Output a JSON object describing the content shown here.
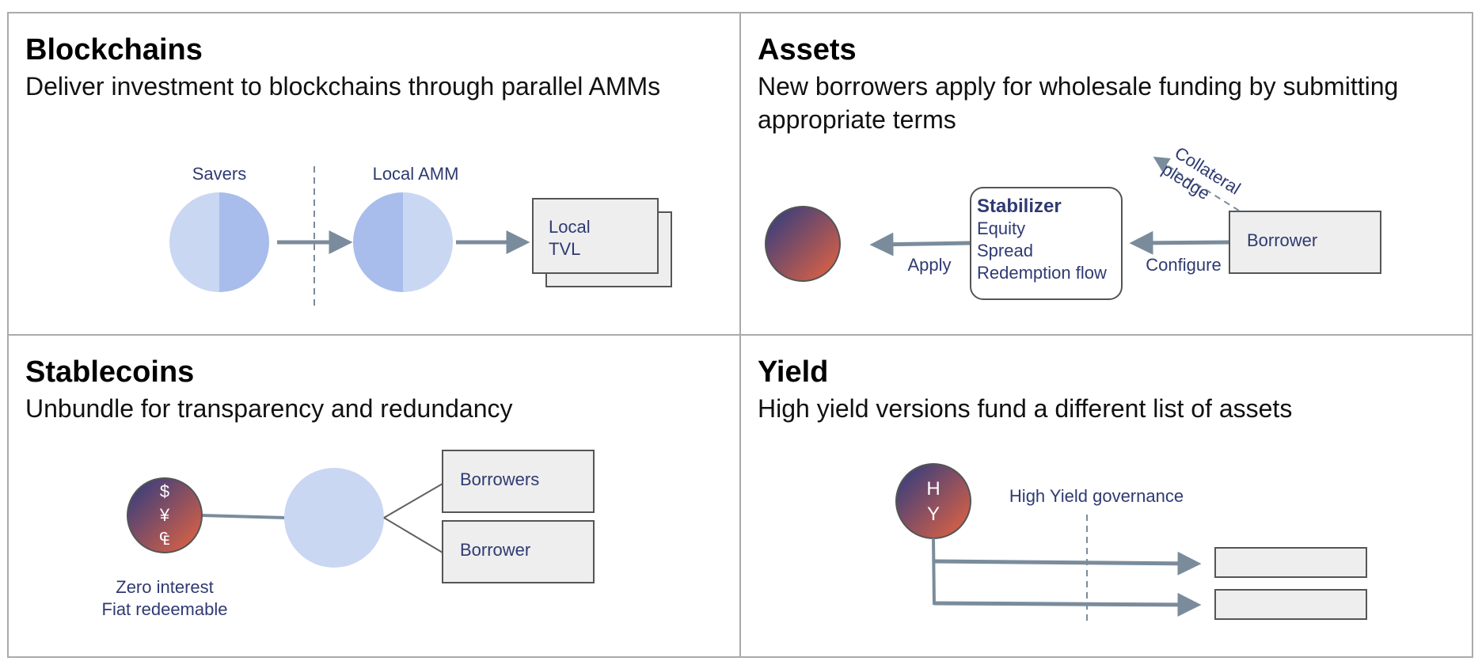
{
  "colors": {
    "light_blue": "#cad7f3",
    "mid_blue": "#a8bdec",
    "text_navy": "#2f3a72",
    "arrow_gray": "#7a8c9c",
    "box_fill": "#eeeeee",
    "gradient_start": "#3c3f7c",
    "gradient_end": "#e06242"
  },
  "panels": {
    "blockchains": {
      "title": "Blockchains",
      "subtitle": "Deliver investment to blockchains through parallel AMMs",
      "savers_label": "Savers",
      "local_amm_label": "Local AMM",
      "tvl_line1": "Local",
      "tvl_line2": "TVL"
    },
    "assets": {
      "title": "Assets",
      "subtitle_line1": "New borrowers apply for wholesale funding by submitting",
      "subtitle_line2": "appropriate terms",
      "stabilizer_title": "Stabilizer",
      "stabilizer_items": [
        "Equity",
        "Spread",
        "Redemption flow"
      ],
      "apply_label": "Apply",
      "configure_label": "Configure",
      "borrower_label": "Borrower",
      "collateral_line1": "Collateral",
      "collateral_line2": "pledge"
    },
    "stablecoins": {
      "title": "Stablecoins",
      "subtitle": "Unbundle for transparency and redundancy",
      "currency_symbols": [
        "$",
        "¥",
        "₠"
      ],
      "caption_line1": "Zero interest",
      "caption_line2": "Fiat redeemable",
      "borrowers_label": "Borrowers",
      "borrower_label": "Borrower"
    },
    "yield": {
      "title": "Yield",
      "subtitle": "High yield versions fund a different list of assets",
      "coin_letter1": "H",
      "coin_letter2": "Y",
      "governance_label": "High Yield governance"
    }
  }
}
